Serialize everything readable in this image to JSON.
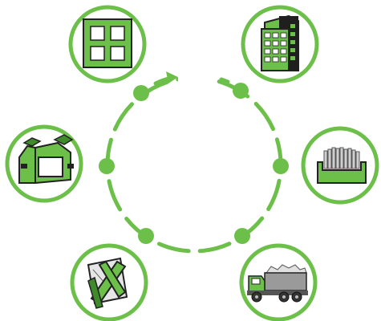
{
  "colors": {
    "accent": "#6cc04a",
    "accent_dark": "#3f8a2a",
    "outline": "#222222",
    "gray": "#9a9a9a",
    "light_gray": "#d9d9d9",
    "background": "#ffffff"
  },
  "cycle": {
    "direction": "clockwise",
    "stages": [
      {
        "id": "window",
        "icon": "window-frame-icon"
      },
      {
        "id": "building",
        "icon": "office-building-icon"
      },
      {
        "id": "collection",
        "icon": "scrap-container-icon"
      },
      {
        "id": "transport",
        "icon": "dump-truck-icon"
      },
      {
        "id": "dismantling",
        "icon": "broken-window-icon"
      },
      {
        "id": "profile",
        "icon": "pvc-profile-icon"
      }
    ]
  }
}
